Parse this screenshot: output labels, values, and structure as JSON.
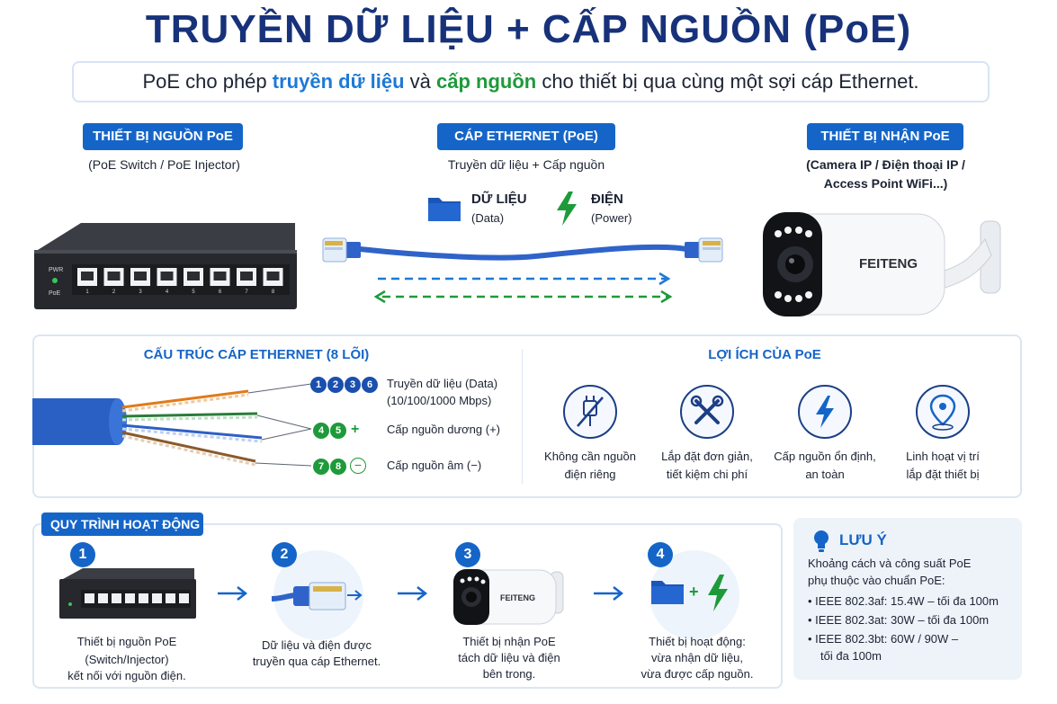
{
  "title": "TRUYỀN DỮ LIỆU + CẤP NGUỒN (PoE)",
  "subtitle": {
    "part1": "PoE cho phép ",
    "highlight_data": "truyền dữ liệu",
    "part2": " và ",
    "highlight_power": "cấp nguồn",
    "part3": " cho thiết bị qua cùng một sợi cáp Ethernet."
  },
  "source": {
    "badge": "THIẾT BỊ NGUỒN PoE",
    "caption": "(PoE Switch / PoE Injector)",
    "pwr_label": "PWR",
    "poe_label": "PoE",
    "ports": [
      "1",
      "2",
      "3",
      "4",
      "5",
      "6",
      "7",
      "8"
    ]
  },
  "cable": {
    "badge": "CÁP ETHERNET (PoE)",
    "caption": "Truyền dữ liệu + Cấp nguồn",
    "data_label": "DỮ LIỆU",
    "data_sub": "(Data)",
    "power_label": "ĐIỆN",
    "power_sub": "(Power)"
  },
  "receiver": {
    "badge": "THIẾT BỊ NHẬN PoE",
    "caption_line1": "(Camera IP / Điện thoại IP /",
    "caption_line2": "Access Point WiFi...)",
    "brand": "FEITENG"
  },
  "structure": {
    "title": "CẤU TRÚC CÁP ETHERNET (8 LÕI)",
    "rows": [
      {
        "pins": [
          "1",
          "2",
          "3",
          "6"
        ],
        "sign": "",
        "label1": "Truyền dữ liệu (Data)",
        "label2": "(10/100/1000 Mbps)"
      },
      {
        "pins": [
          "4",
          "5"
        ],
        "sign": "+",
        "label1": "Cấp nguồn dương (+)",
        "label2": ""
      },
      {
        "pins": [
          "7",
          "8"
        ],
        "sign": "−",
        "label1": "Cấp nguồn âm (−)",
        "label2": ""
      }
    ]
  },
  "benefits": {
    "title": "LỢI ÍCH CỦA PoE",
    "items": [
      {
        "icon": "no-plug-icon",
        "line1": "Không cần nguồn",
        "line2": "điện riêng"
      },
      {
        "icon": "tools-icon",
        "line1": "Lắp đặt đơn giản,",
        "line2": "tiết kiệm chi phí"
      },
      {
        "icon": "lightning-icon",
        "line1": "Cấp nguồn ổn định,",
        "line2": "an toàn"
      },
      {
        "icon": "location-pin-icon",
        "line1": "Linh hoạt vị trí",
        "line2": "lắp đặt thiết bị"
      }
    ]
  },
  "process": {
    "title": "QUY TRÌNH HOẠT ĐỘNG",
    "steps": [
      {
        "num": "1",
        "line1": "Thiết bị nguồn PoE",
        "line2": "(Switch/Injector)",
        "line3": "kết nối với nguồn điện."
      },
      {
        "num": "2",
        "line1": "Dữ liệu và điện được",
        "line2": "truyền qua cáp Ethernet.",
        "line3": ""
      },
      {
        "num": "3",
        "line1": "Thiết bị nhận PoE",
        "line2": "tách dữ liệu và điện",
        "line3": "bên trong."
      },
      {
        "num": "4",
        "line1": "Thiết bị hoạt động:",
        "line2": "vừa nhận dữ liệu,",
        "line3": "vừa được cấp nguồn."
      }
    ]
  },
  "note": {
    "title": "LƯU Ý",
    "intro1": "Khoảng cách và công suất PoE",
    "intro2": "phụ thuộc vào chuẩn PoE:",
    "items": [
      {
        "line1": "IEEE 802.3af: 15.4W – tối đa 100m",
        "line2": ""
      },
      {
        "line1": "IEEE 802.3at: 30W – tối đa 100m",
        "line2": ""
      },
      {
        "line1": "IEEE 802.3bt: 60W / 90W –",
        "line2": "tối đa 100m"
      }
    ]
  },
  "colors": {
    "navy": "#17327a",
    "blue": "#1565c8",
    "green": "#1e9a3a",
    "cable": "#2f63c9"
  }
}
